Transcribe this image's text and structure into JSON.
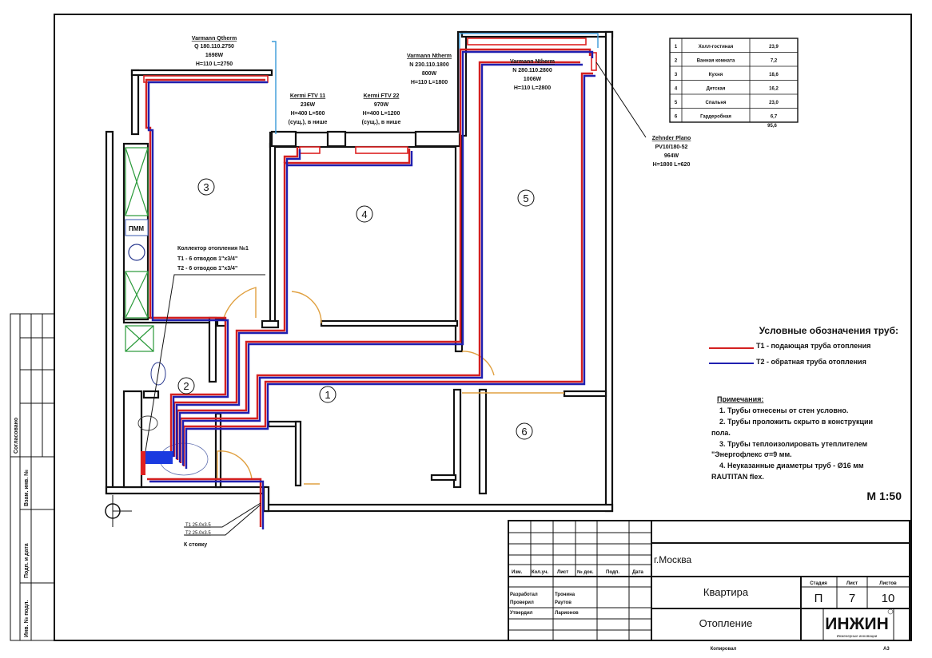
{
  "radiators": [
    {
      "name": "Varmann Qtherm",
      "model": "Q 180.110.2750",
      "power": "1698W",
      "size": "H=110 L=2750"
    },
    {
      "name": "Kermi FTV 11",
      "model": "236W",
      "power": "H=400 L=500",
      "size": "(сущ.), в нише"
    },
    {
      "name": "Kermi FTV 22",
      "model": "970W",
      "power": "H=400 L=1200",
      "size": "(сущ.), в нише"
    },
    {
      "name": "Varmann Ntherm",
      "model": "N 230.110.1800",
      "power": "800W",
      "size": "H=110 L=1800"
    },
    {
      "name": "Varmann Ntherm",
      "model": "N 280.110.2800",
      "power": "1006W",
      "size": "H=110 L=2800"
    },
    {
      "name": "Zehnder Plano",
      "model": "PV10/180-52",
      "power": "964W",
      "size": "H=1800 L=620"
    }
  ],
  "rooms_table": {
    "rows": [
      {
        "n": "1",
        "name": "Холл-гостиная",
        "area": "23,9"
      },
      {
        "n": "2",
        "name": "Ванная комната",
        "area": "7,2"
      },
      {
        "n": "3",
        "name": "Кухня",
        "area": "18,6"
      },
      {
        "n": "4",
        "name": "Детская",
        "area": "16,2"
      },
      {
        "n": "5",
        "name": "Спальня",
        "area": "23,0"
      },
      {
        "n": "6",
        "name": "Гардеробная",
        "area": "6,7"
      }
    ],
    "total": "95,6"
  },
  "room_numbers": [
    "1",
    "2",
    "3",
    "4",
    "5",
    "6"
  ],
  "collector": {
    "title": "Коллектор отопления №1",
    "t1": "Т1 - 6 отводов 1\"х3/4\"",
    "t2": "Т2 - 6 отводов 1\"х3/4\""
  },
  "pmm_label": "ПММ",
  "riser": {
    "t1": "Т1 25.0х3.5",
    "t2": "Т2 25.0х3.5",
    "label": "К стояку"
  },
  "legend": {
    "title": "Условные обозначения  труб:",
    "t1": "Т1 - подающая труба отопления",
    "t2": "Т2 - обратная труба отопления",
    "t1_color": "#d42020",
    "t2_color": "#2020b0"
  },
  "notes": {
    "title": "Примечания:",
    "lines": [
      "1. Трубы отнесены от стен условно.",
      "2. Трубы проложить скрыто в конструкции",
      "пола.",
      "3. Трубы теплоизолировать утеплителем",
      "\"Энергофлекс σ=9 мм.",
      "4. Неуказанные диаметры труб - Ø16 мм",
      "RAUTITAN flex."
    ]
  },
  "scale": "М 1:50",
  "stamp": {
    "headers": [
      "Изм.",
      "Кол.уч.",
      "Лист",
      "№ док.",
      "Подп.",
      "Дата"
    ],
    "roles": [
      {
        "role": "Разработал",
        "name": "Тронина"
      },
      {
        "role": "Проверил",
        "name": "Раутов"
      },
      {
        "role": "Утвердил",
        "name": "Ларионов"
      }
    ],
    "city": "г.Москва",
    "object": "Квартира",
    "sheet_title": "Отопление",
    "stage_header": "Стадия",
    "sheet_header": "Лист",
    "sheets_header": "Листов",
    "stage": "П",
    "sheet": "7",
    "sheets": "10",
    "logo": "ИНЖИН",
    "logo_sub": "Инженерные инновации",
    "copied": "Копировал",
    "format": "А3"
  },
  "side_strip": {
    "agreed": "Согласовано",
    "replace": "Взам. инв. №",
    "sign_date": "Подп. и дата",
    "inv": "Инв. № подл."
  }
}
